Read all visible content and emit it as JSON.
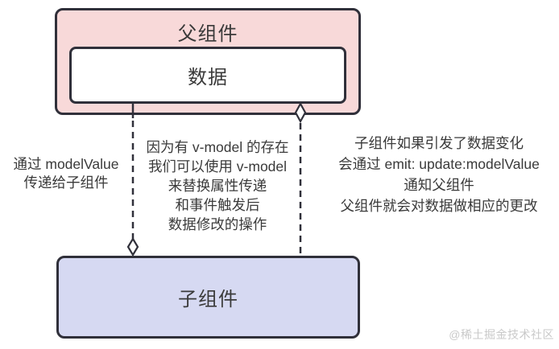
{
  "parent_box": {
    "title": "父组件",
    "data_box_label": "数据"
  },
  "child_box": {
    "title": "子组件"
  },
  "notes": {
    "left": {
      "lines": [
        "通过 modelValue",
        "传递给子组件"
      ]
    },
    "middle": {
      "lines": [
        "因为有 v-model 的存在",
        "我们可以使用 v-model",
        "来替换属性传递",
        "和事件触发后",
        "数据修改的操作"
      ]
    },
    "right": {
      "lines": [
        "子组件如果引发了数据变化",
        "会通过 emit: update:modelValue",
        "通知父组件",
        "父组件就会对数据做相应的更改"
      ]
    }
  },
  "watermark": "@稀土掘金技术社区",
  "colors": {
    "parent_fill": "#f8d9d9",
    "child_fill": "#d6d9f2",
    "stroke": "#30303a",
    "text": "#3a3a3a",
    "watermark": "#c9c9c9",
    "background": "#ffffff"
  }
}
